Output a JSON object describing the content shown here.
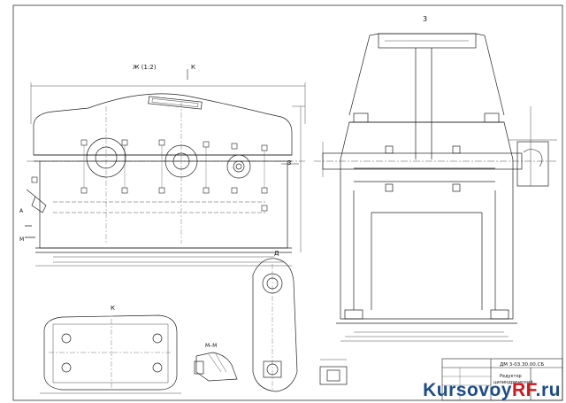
{
  "views": {
    "view_zh": "Ж (1:2)",
    "view_k_arrow": "К",
    "view_3_arrow": "3",
    "view_3_top": "3",
    "view_d": "Д",
    "view_k": "К",
    "section_mm": "М–М",
    "section_m": "М",
    "arrow_a": "А"
  },
  "title_block": {
    "doc_code": "ДМ 3-03.30.00.СБ",
    "doc_name_1": "Редуктор",
    "doc_name_2": "цилиндрический"
  },
  "watermark": {
    "part1": "Kursovoy",
    "part2": "RF",
    "part3": ".ru"
  },
  "colors": {
    "line": "#222222",
    "watermark_blue": "#1b4d8c",
    "watermark_red": "#d4161c"
  }
}
